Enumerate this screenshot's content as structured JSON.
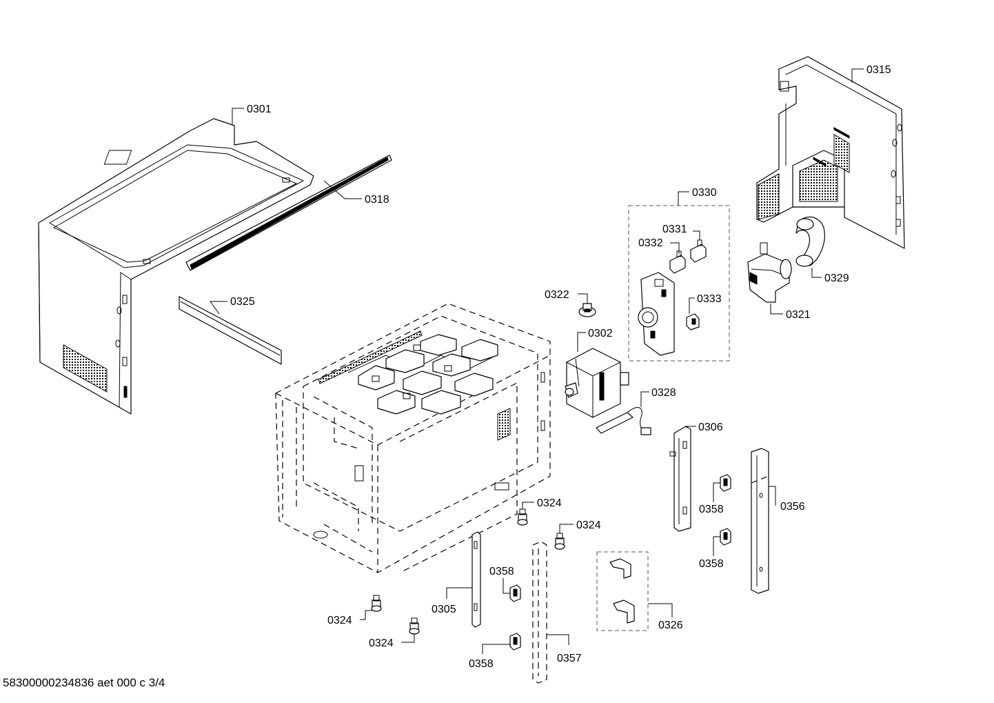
{
  "labels": {
    "p0301": "0301",
    "p0302": "0302",
    "p0305": "0305",
    "p0306": "0306",
    "p0315": "0315",
    "p0318": "0318",
    "p0321": "0321",
    "p0322": "0322",
    "p0324a": "0324",
    "p0324b": "0324",
    "p0324c": "0324",
    "p0324d": "0324",
    "p0325": "0325",
    "p0326": "0326",
    "p0328": "0328",
    "p0329": "0329",
    "p0330": "0330",
    "p0331": "0331",
    "p0332": "0332",
    "p0333": "0333",
    "p0356": "0356",
    "p0357": "0357",
    "p0358a": "0358",
    "p0358b": "0358",
    "p0358c": "0358",
    "p0358d": "0358"
  },
  "footer": "58300000234836 aet 000 c 3/4"
}
